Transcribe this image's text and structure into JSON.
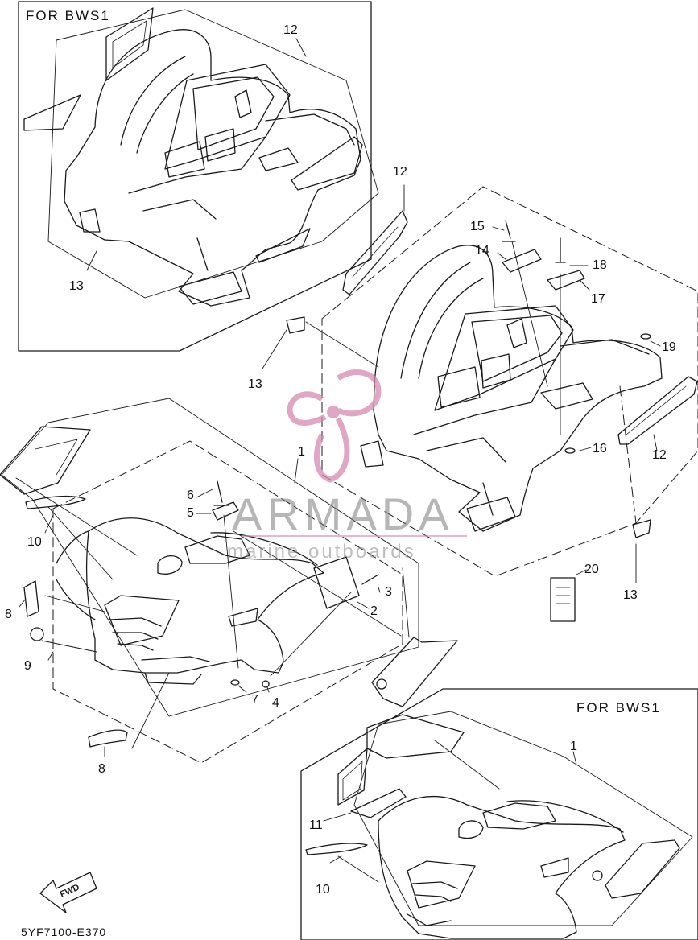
{
  "frames": {
    "top_left": "FOR  BWS1",
    "bottom_right": "FOR  BWS1"
  },
  "callouts": {
    "c12_tl": "12",
    "c13_tl": "13",
    "c12_top": "12",
    "c15": "15",
    "c14": "14",
    "c18": "18",
    "c17": "17",
    "c19": "19",
    "c13_mid": "13",
    "c16": "16",
    "c12_right": "12",
    "c1_mid": "1",
    "c6": "6",
    "c5": "5",
    "c10_left": "10",
    "c3": "3",
    "c2": "2",
    "c20": "20",
    "c13_right": "13",
    "c8_a": "8",
    "c9": "9",
    "c7": "7",
    "c4": "4",
    "c8_b": "8",
    "c1_br": "1",
    "c11": "11",
    "c10_br": "10"
  },
  "fwd_label": "FWD",
  "diagram_code": "5YF7100-E370",
  "watermark": {
    "brand": "ARMADA",
    "tagline": "marine outboards"
  },
  "colors": {
    "line": "#1a1a1a",
    "watermark_pink": "#d889b0",
    "watermark_gray": "#7c7c7c"
  }
}
